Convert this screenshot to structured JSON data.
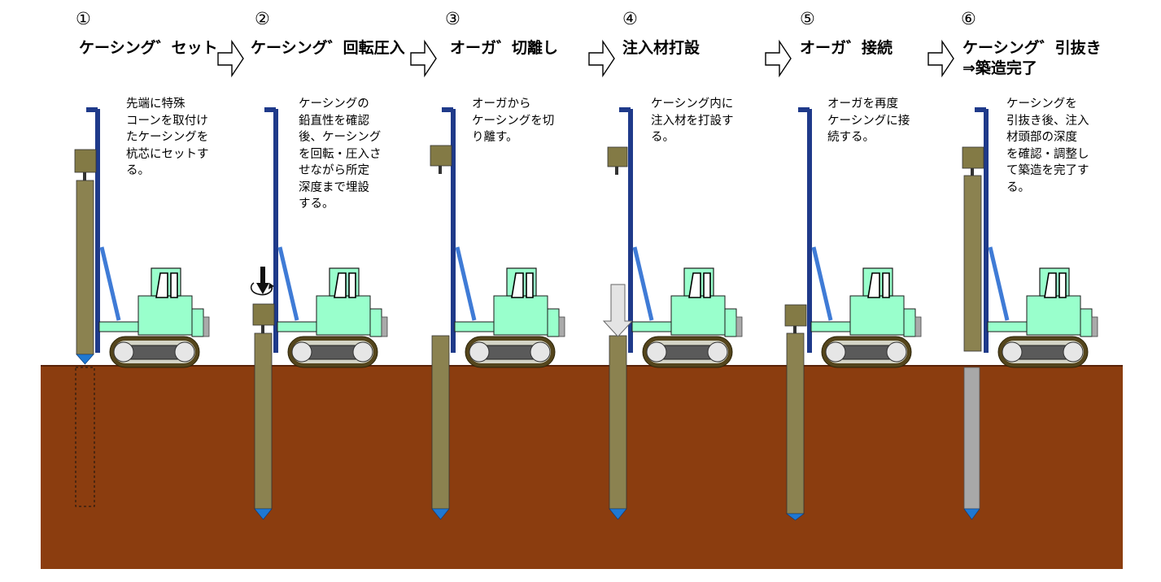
{
  "colors": {
    "ground": "#8b3d0f",
    "ground_line": "#5a2308",
    "casing": "#8b8250",
    "tip": "#1f78d2",
    "mast": "#1f3a8a",
    "brace": "#3f7bd6",
    "machine_body": "#99ffcc",
    "track": "#5a5a5a",
    "auger": "#837a45",
    "concrete_pile": "#a8a8a8"
  },
  "steps": [
    {
      "num": "①",
      "title": "ケーシング゛セット",
      "desc": "先端に特殊\nコーンを取付け\nたケーシングを\n杭芯にセットす\nる。"
    },
    {
      "num": "②",
      "title": "ケーシング゛回転圧入",
      "desc": "ケーシングの\n鉛直性を確認\n後、ケーシング\nを回転・圧入さ\nせながら所定\n深度まで埋設\nする。"
    },
    {
      "num": "③",
      "title": "オーガ゛切離し",
      "desc": "オーガから\nケーシングを切\nり離す。"
    },
    {
      "num": "④",
      "title": "注入材打設",
      "desc": "ケーシング内に\n注入材を打設す\nる。"
    },
    {
      "num": "⑤",
      "title": "オーガ゛接続",
      "desc": "オーガを再度\nケーシングに接\n続する。"
    },
    {
      "num": "⑥",
      "title": "ケーシング゛引抜き\n⇒築造完了",
      "desc": "ケーシングを\n引抜き後、注入\n材頭部の深度\nを確認・調整し\nて築造を完了す\nる。"
    }
  ]
}
